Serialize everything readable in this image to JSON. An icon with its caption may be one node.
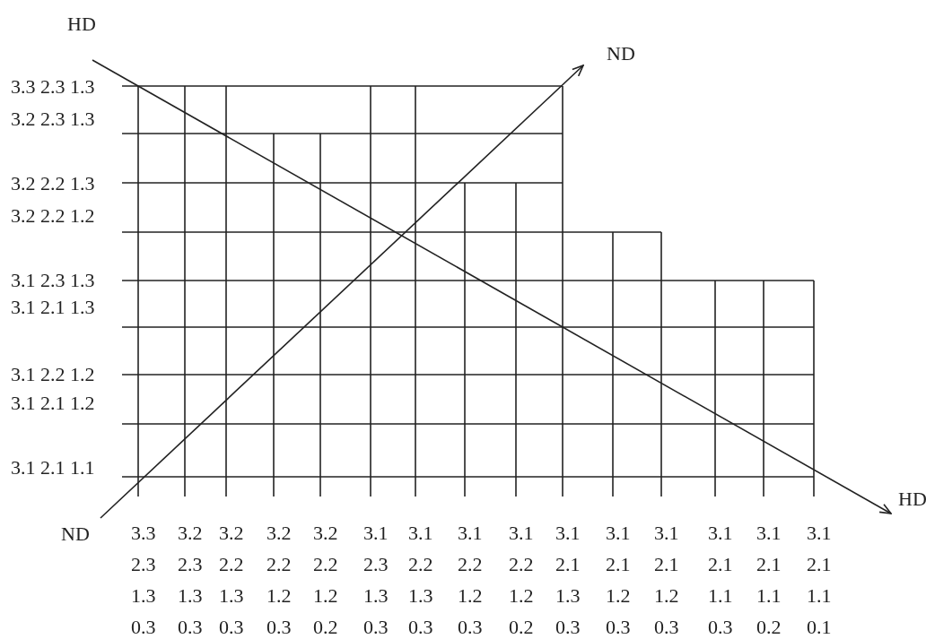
{
  "diagram": {
    "labels": [
      "HD",
      "ND",
      "3.3 2.3 1.3",
      "3.2 2.3 1.3",
      "3.2 2.2 1.3",
      "3.2 2.2 1.2",
      "3.1 2.3 1.3",
      "3.1 2.1 1.3",
      "3.1 2.2 1.2",
      "3.1 2.1 1.2",
      "3.1 2.1 1.1",
      "HD",
      "ND",
      "3.3 2.3 1.3 0.3",
      "3.2 2.3 1.3 0.3",
      "3.2 2.2 1.3 0.3",
      "3.2 2.2 1.2 0.3",
      "3.2 2.2 1.2 0.2",
      "3.1 2.3 1.3 0.3",
      "3.1 2.2 1.3 0.3",
      "3.1 2.2 1.2 0.3",
      "3.1 2.2 1.2 0.2",
      "3.1 2.1 1.3 0.3",
      "3.1 2.1 1.2 0.3",
      "3.1 2.1 1.2 0.3",
      "3.1 2.1 1.1 0.3",
      "3.1 2.1 1.1 0.2",
      "3.1 2.1 1.1 0.1"
    ]
  }
}
